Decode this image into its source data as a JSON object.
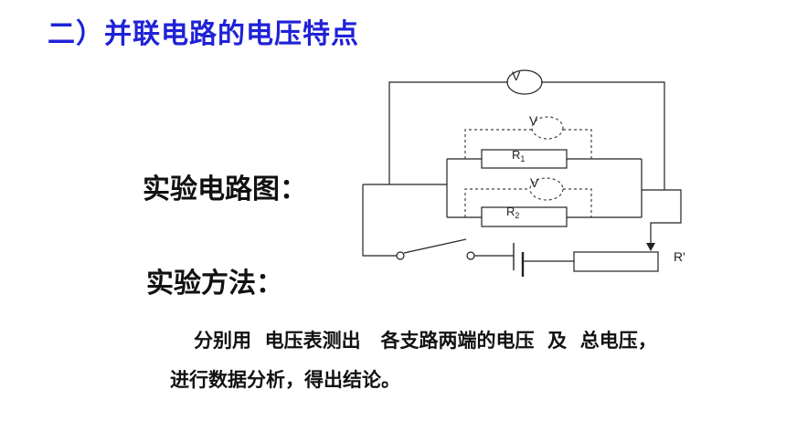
{
  "heading": "二）并联电路的电压特点",
  "labels": {
    "diagram": "实验电路图：",
    "method": "实验方法："
  },
  "description": {
    "line1": "分别用  电压表测出   各支路两端的电压  及  总电压，",
    "line2": "进行数据分析，得出结论。"
  },
  "circuit": {
    "voltmeter_symbol": "V",
    "resistor1": {
      "letter": "R",
      "subscript": "1"
    },
    "resistor2": {
      "letter": "R",
      "subscript": "2"
    },
    "rheostat": "R'"
  },
  "colors": {
    "heading": "#1f22d6",
    "text": "#111111",
    "wire": "#222222"
  }
}
